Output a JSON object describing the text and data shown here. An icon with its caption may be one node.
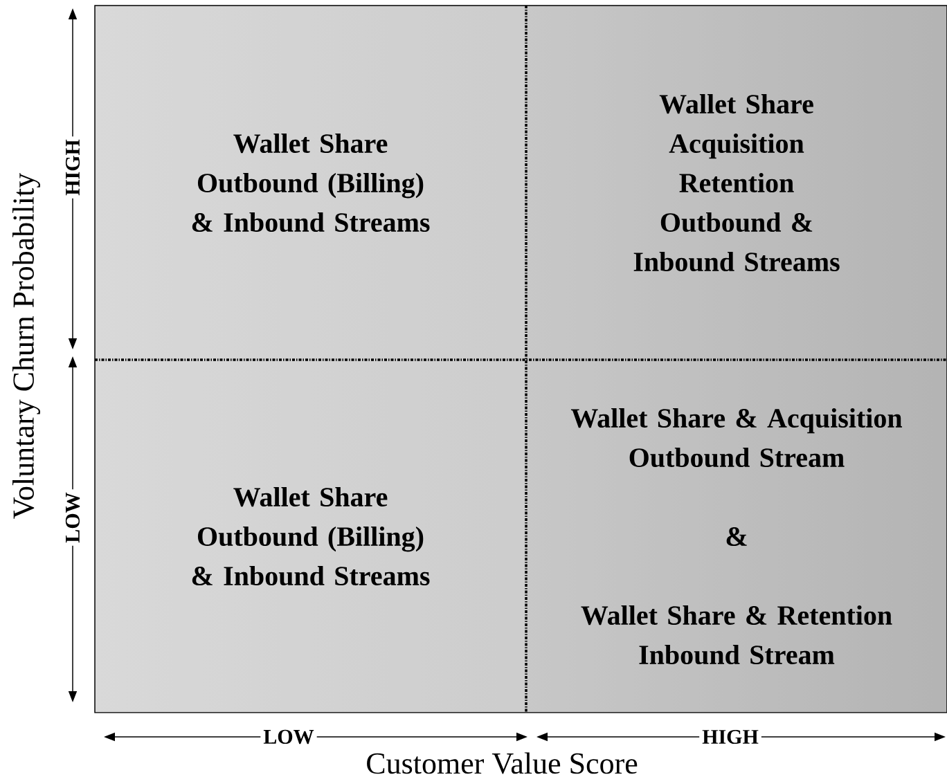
{
  "diagram": {
    "nodes": [
      {
        "text": [
          "Wallet Share",
          "Outbound (Billing) & Inbound Streams"
        ]
      },
      {
        "text": [
          "Wallet Share",
          "Acquisition",
          "Retention",
          "Outbound & Inbound Streams"
        ]
      },
      {
        "text": [
          "Wallet Share",
          "Outbound (Billing) & Inbound Streams"
        ]
      },
      {
        "text": [
          "Wallet Share & Acquisition Outbound Stream",
          "&",
          "Wallet Share & Retention Inbound Stream"
        ]
      }
    ],
    "labels": [
      "Voluntary Churn Probability",
      "HIGH",
      "LOW",
      "LOW",
      "HIGH",
      "Customer Value Score"
    ]
  }
}
